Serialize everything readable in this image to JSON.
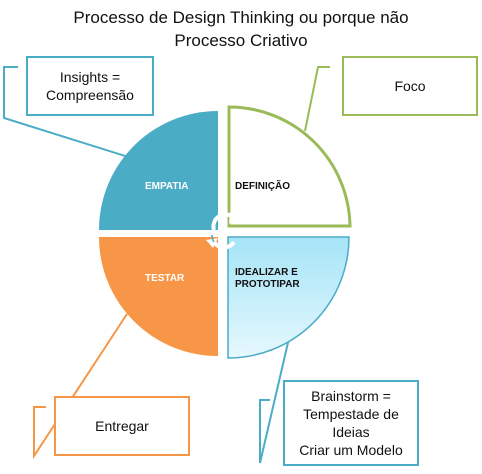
{
  "title": {
    "line1": "Processo de Design Thinking ou porque não",
    "line2": "Processo Criativo"
  },
  "segments": {
    "empatia": {
      "label": "EMPATIA",
      "color": "#4BACC6"
    },
    "definicao": {
      "label": "DEFINIÇÃO",
      "color": "#9BBB59"
    },
    "idealizar": {
      "label": "IDEALIZAR E\nPROTOTIPAR",
      "color": "#4BACC6"
    },
    "testar": {
      "label": "TESTAR",
      "color": "#F79646"
    }
  },
  "callouts": {
    "insights": {
      "text": "Insights =\nCompreensão",
      "color": "#4BACC6"
    },
    "foco": {
      "text": "Foco",
      "color": "#9BBB59"
    },
    "entregar": {
      "text": "Entregar",
      "color": "#F79646"
    },
    "brainstorm": {
      "text": "Brainstorm =\nTempestade de\nIdeias\nCriar um Modelo",
      "color": "#4BACC6"
    }
  }
}
